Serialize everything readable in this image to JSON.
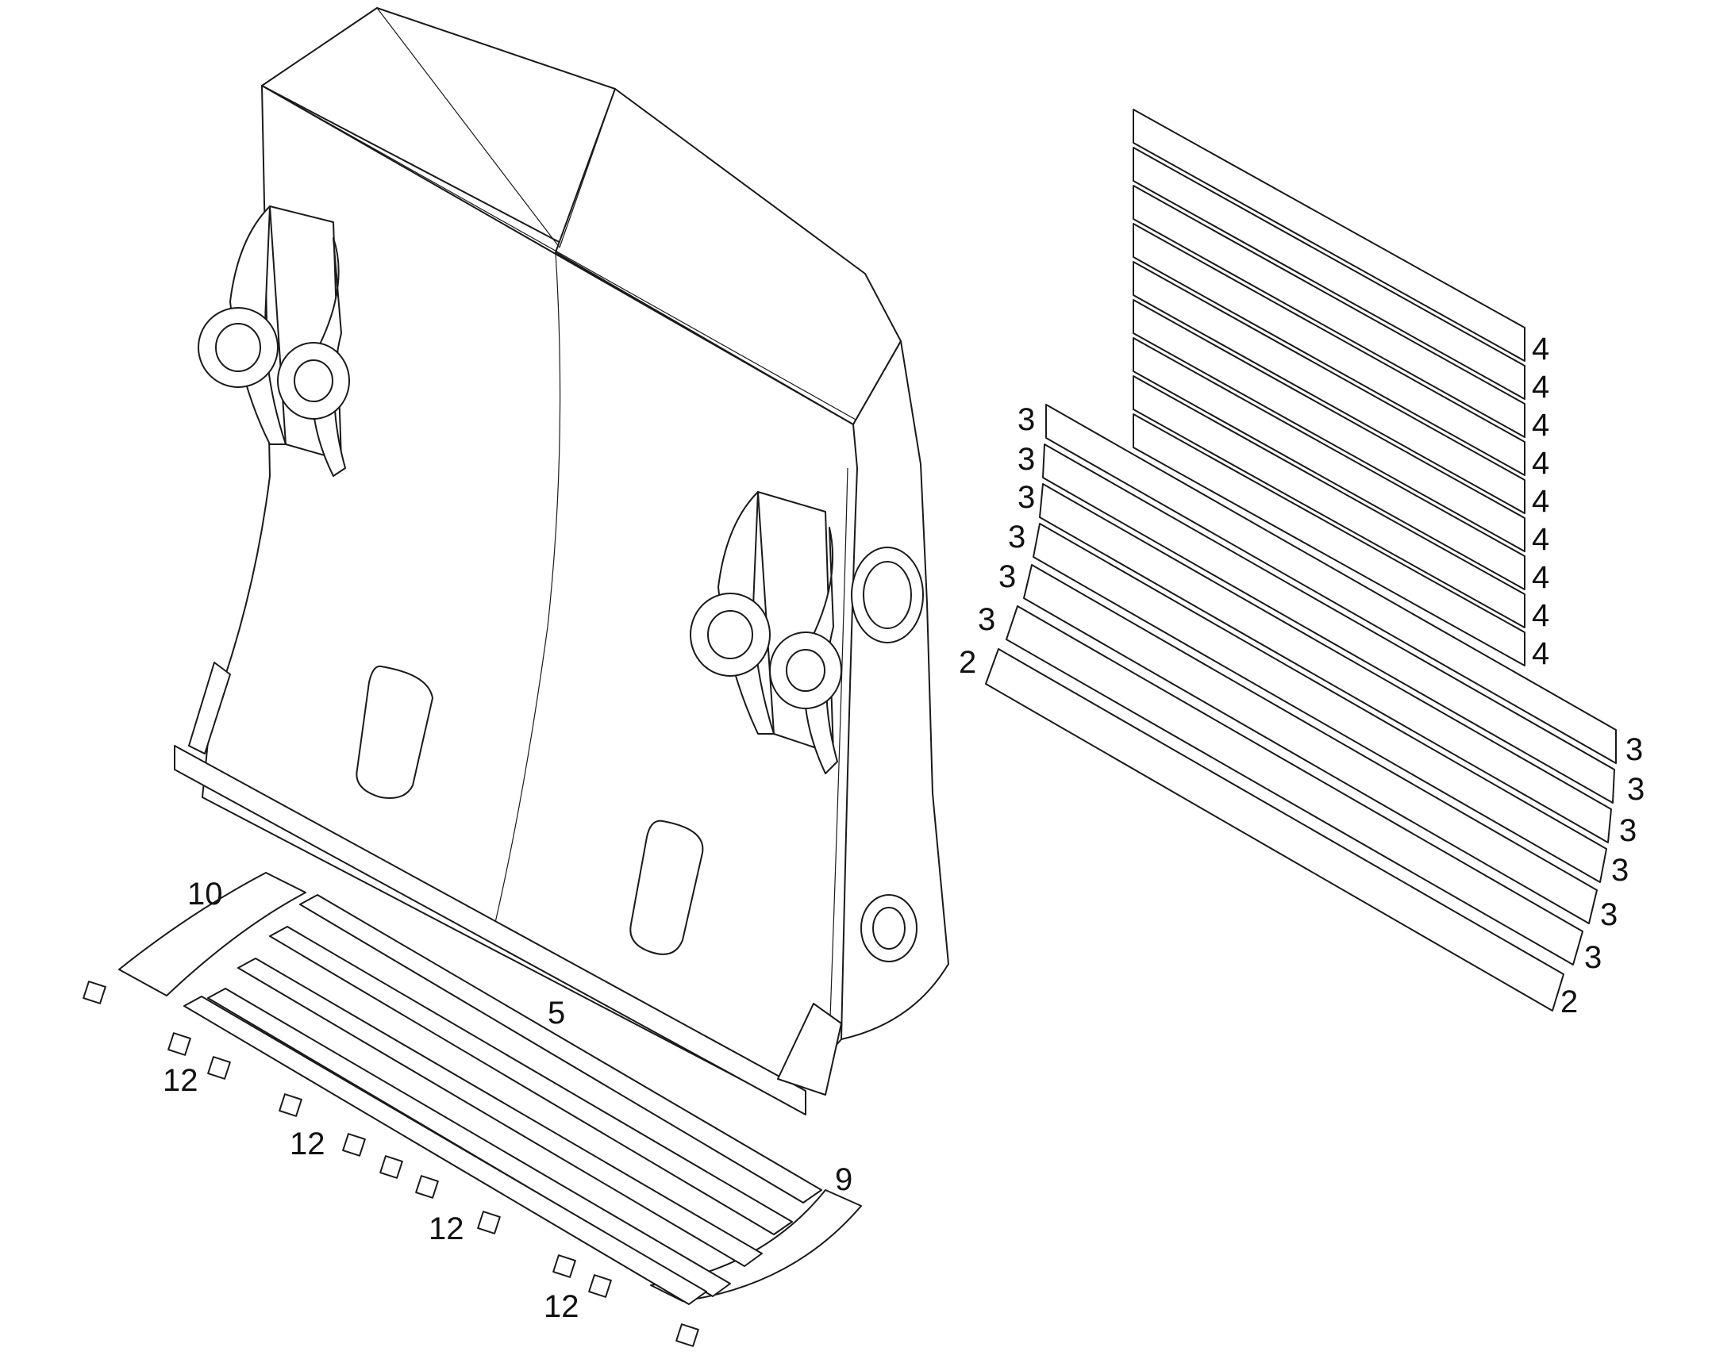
{
  "diagram": {
    "callouts": [
      {
        "id": "c4a",
        "text": "4"
      },
      {
        "id": "c4b",
        "text": "4"
      },
      {
        "id": "c4c",
        "text": "4"
      },
      {
        "id": "c4d",
        "text": "4"
      },
      {
        "id": "c4e",
        "text": "4"
      },
      {
        "id": "c4f",
        "text": "4"
      },
      {
        "id": "c4g",
        "text": "4"
      },
      {
        "id": "c4h",
        "text": "4"
      },
      {
        "id": "c4i",
        "text": "4"
      },
      {
        "id": "c3la",
        "text": "3"
      },
      {
        "id": "c3lb",
        "text": "3"
      },
      {
        "id": "c3lc",
        "text": "3"
      },
      {
        "id": "c3ld",
        "text": "3"
      },
      {
        "id": "c3le",
        "text": "3"
      },
      {
        "id": "c3lf",
        "text": "3"
      },
      {
        "id": "c2l",
        "text": "2"
      },
      {
        "id": "c3ra",
        "text": "3"
      },
      {
        "id": "c3rb",
        "text": "3"
      },
      {
        "id": "c3rc",
        "text": "3"
      },
      {
        "id": "c3rd",
        "text": "3"
      },
      {
        "id": "c3re",
        "text": "3"
      },
      {
        "id": "c3rf",
        "text": "3"
      },
      {
        "id": "c2r",
        "text": "2"
      },
      {
        "id": "c10",
        "text": "10"
      },
      {
        "id": "c5",
        "text": "5"
      },
      {
        "id": "c9",
        "text": "9"
      },
      {
        "id": "c12a",
        "text": "12"
      },
      {
        "id": "c12b",
        "text": "12"
      },
      {
        "id": "c12c",
        "text": "12"
      },
      {
        "id": "c12d",
        "text": "12"
      }
    ]
  }
}
